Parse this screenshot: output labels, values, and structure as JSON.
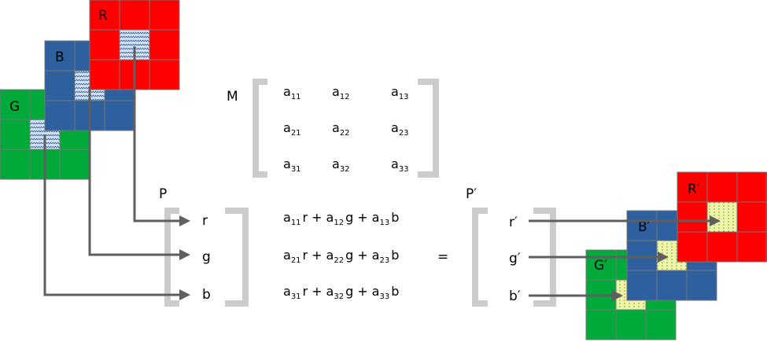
{
  "colors": {
    "red": "#ff0000",
    "blue": "#2e5f9e",
    "green": "#00aa3a",
    "grid_line": "#777777",
    "bracket": "#cccccc",
    "arrow": "#5f5f5f",
    "input_pixel_pattern": "#d8e4f4",
    "output_pixel_fill": "#ecf5a8"
  },
  "input_channels": {
    "R": "R",
    "B": "B",
    "G": "G"
  },
  "output_channels": {
    "R": "R′",
    "B": "B′",
    "G": "G′"
  },
  "matrix": {
    "label": "M",
    "rows": [
      [
        {
          "base": "a",
          "sub": "11"
        },
        {
          "base": "a",
          "sub": "12"
        },
        {
          "base": "a",
          "sub": "13"
        }
      ],
      [
        {
          "base": "a",
          "sub": "21"
        },
        {
          "base": "a",
          "sub": "22"
        },
        {
          "base": "a",
          "sub": "23"
        }
      ],
      [
        {
          "base": "a",
          "sub": "31"
        },
        {
          "base": "a",
          "sub": "32"
        },
        {
          "base": "a",
          "sub": "33"
        }
      ]
    ]
  },
  "input_vector": {
    "label": "P",
    "items": [
      "r",
      "g",
      "b"
    ]
  },
  "equations": [
    [
      {
        "c": "a",
        "s": "11",
        "v": "r"
      },
      {
        "c": "a",
        "s": "12",
        "v": "g"
      },
      {
        "c": "a",
        "s": "13",
        "v": "b"
      }
    ],
    [
      {
        "c": "a",
        "s": "21",
        "v": "r"
      },
      {
        "c": "a",
        "s": "22",
        "v": "g"
      },
      {
        "c": "a",
        "s": "23",
        "v": "b"
      }
    ],
    [
      {
        "c": "a",
        "s": "31",
        "v": "r"
      },
      {
        "c": "a",
        "s": "32",
        "v": "g"
      },
      {
        "c": "a",
        "s": "33",
        "v": "b"
      }
    ]
  ],
  "plus_sign": "+",
  "equals_sign": "=",
  "output_vector": {
    "label": "P′",
    "items": [
      "r′",
      "g′",
      "b′"
    ]
  }
}
